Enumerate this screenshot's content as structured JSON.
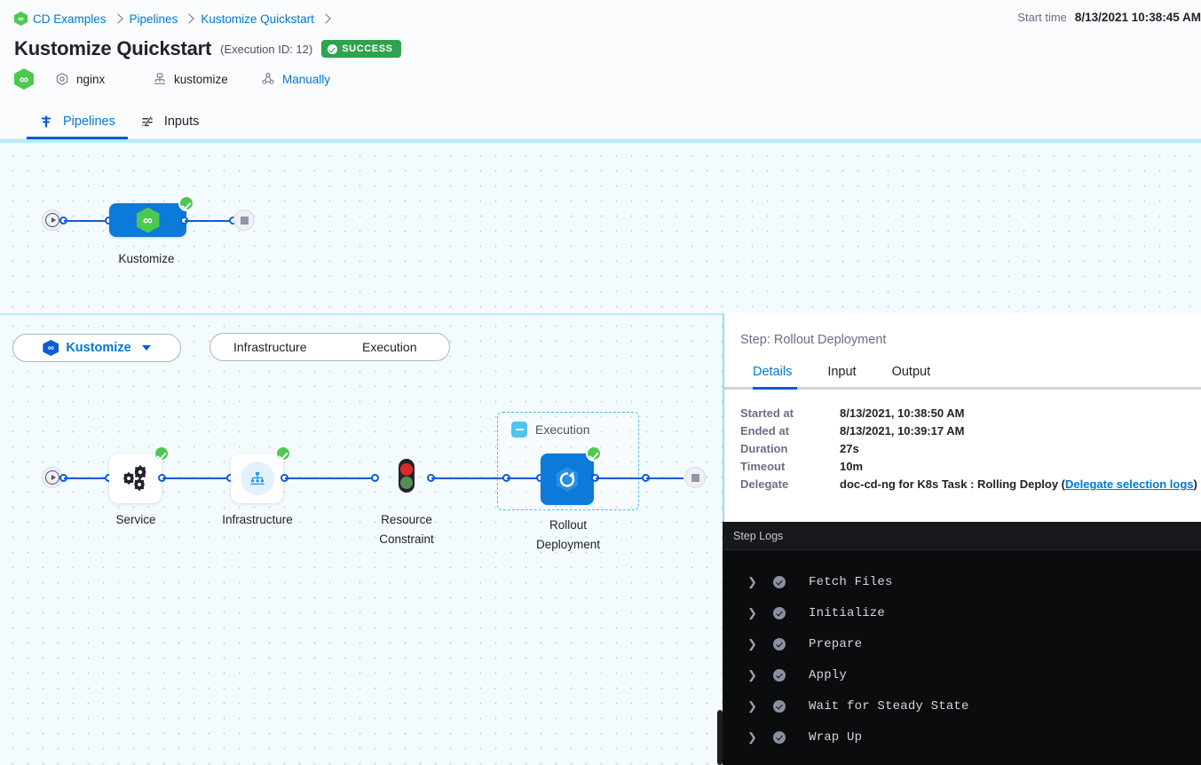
{
  "header": {
    "breadcrumb": [
      {
        "label": "CD Examples",
        "icon": "harness-hex-icon"
      },
      {
        "label": "Pipelines"
      },
      {
        "label": "Kustomize Quickstart"
      }
    ],
    "title": "Kustomize Quickstart",
    "execution_id": "(Execution ID: 12)",
    "status_badge": "SUCCESS",
    "status_color": "#2fa24f",
    "meta": [
      {
        "icon": "harness-hex-icon",
        "label": ""
      },
      {
        "icon": "service-hex-icon",
        "label": "nginx"
      },
      {
        "icon": "infrastructure-icon",
        "label": "kustomize"
      },
      {
        "icon": "trigger-icon",
        "label": "Manually",
        "link": true
      }
    ],
    "start_time_label": "Start time",
    "start_time_value": "8/13/2021 10:38:45 AM"
  },
  "tabs": [
    {
      "label": "Pipelines",
      "icon": "pipeline-icon",
      "active": true
    },
    {
      "label": "Inputs",
      "icon": "inputs-icon",
      "active": false
    }
  ],
  "top_graph": {
    "start_node": "start-icon",
    "end_node": "stop-icon",
    "stages": [
      {
        "label": "Kustomize",
        "icon": "harness-hex-icon",
        "status": "success"
      }
    ]
  },
  "stage_pill": {
    "label": "Kustomize",
    "icon": "stage-hex-icon",
    "caret": "chevron-down-icon"
  },
  "segment_control": {
    "options": [
      "Infrastructure",
      "Execution"
    ]
  },
  "bottom_graph": {
    "start_node": "start-icon",
    "end_node": "stop-icon",
    "nodes": [
      {
        "label": "Service",
        "icon": "service-gears-icon",
        "status": "success"
      },
      {
        "label": "Infrastructure",
        "icon": "infrastructure-tree-icon",
        "status": "success"
      },
      {
        "label": "Resource\nConstraint",
        "label_line1": "Resource",
        "label_line2": "Constraint",
        "icon": "traffic-light-icon"
      },
      {
        "label": "Rollout\nDeployment",
        "label_line1": "Rollout",
        "label_line2": "Deployment",
        "icon": "rollout-refresh-icon",
        "status": "success"
      }
    ],
    "group": {
      "label": "Execution",
      "collapse_icon": "minus-box-icon"
    }
  },
  "detail": {
    "title": "Step: Rollout Deployment",
    "tabs": [
      {
        "label": "Details",
        "active": true
      },
      {
        "label": "Input",
        "active": false
      },
      {
        "label": "Output",
        "active": false
      }
    ],
    "fields": [
      {
        "key": "Started at",
        "value": "8/13/2021, 10:38:50 AM"
      },
      {
        "key": "Ended at",
        "value": "8/13/2021, 10:39:17 AM"
      },
      {
        "key": "Duration",
        "value": "27s"
      },
      {
        "key": "Timeout",
        "value": "10m"
      },
      {
        "key": "Delegate",
        "value": "doc-cd-ng for K8s Task : Rolling Deploy (",
        "link_text": "Delegate selection logs",
        "value_suffix": ")"
      }
    ]
  },
  "logs": {
    "title": "Step Logs",
    "rows": [
      {
        "label": "Fetch Files",
        "status": "success",
        "caret": "chevron-right-icon"
      },
      {
        "label": "Initialize",
        "status": "success",
        "caret": "chevron-right-icon"
      },
      {
        "label": "Prepare",
        "status": "success",
        "caret": "chevron-right-icon"
      },
      {
        "label": "Apply",
        "status": "success",
        "caret": "chevron-right-icon"
      },
      {
        "label": "Wait for Steady State",
        "status": "success",
        "caret": "chevron-right-icon"
      },
      {
        "label": "Wrap Up",
        "status": "success",
        "caret": "chevron-right-icon"
      }
    ]
  }
}
